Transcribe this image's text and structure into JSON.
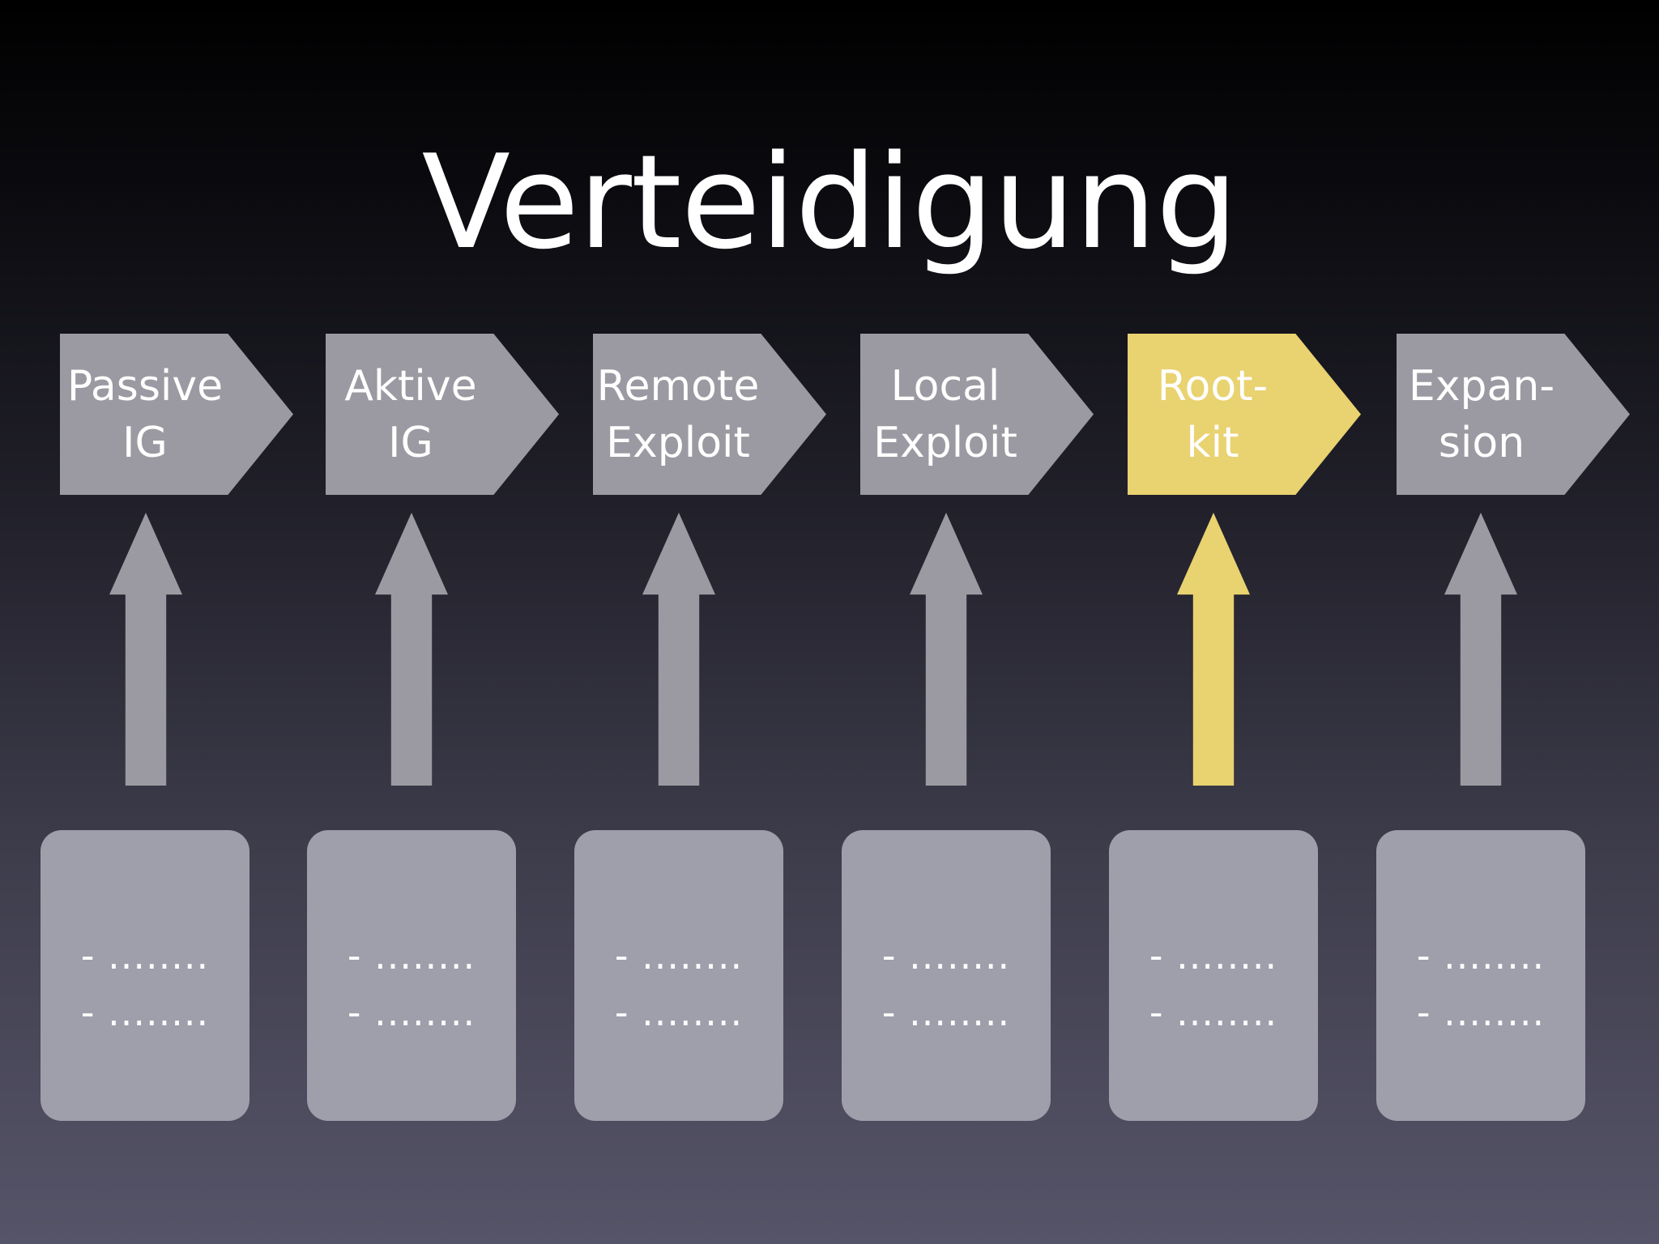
{
  "title": "Verteidigung",
  "colors": {
    "step": "#9b9aa2",
    "highlight": "#e9d270",
    "card": "#9f9eab",
    "text": "#ffffff"
  },
  "steps": [
    {
      "line1": "Passive",
      "line2": "IG",
      "highlighted": false
    },
    {
      "line1": "Aktive",
      "line2": "IG",
      "highlighted": false
    },
    {
      "line1": "Remote",
      "line2": "Exploit",
      "highlighted": false
    },
    {
      "line1": "Local",
      "line2": "Exploit",
      "highlighted": false
    },
    {
      "line1": "Root-",
      "line2": "kit",
      "highlighted": true
    },
    {
      "line1": "Expan-",
      "line2": "sion",
      "highlighted": false
    }
  ],
  "cards": [
    {
      "line1": "- ........",
      "line2": "- ........"
    },
    {
      "line1": "- ........",
      "line2": "- ........"
    },
    {
      "line1": "- ........",
      "line2": "- ........"
    },
    {
      "line1": "- ........",
      "line2": "- ........"
    },
    {
      "line1": "- ........",
      "line2": "- ........"
    },
    {
      "line1": "- ........",
      "line2": "- ........"
    }
  ]
}
